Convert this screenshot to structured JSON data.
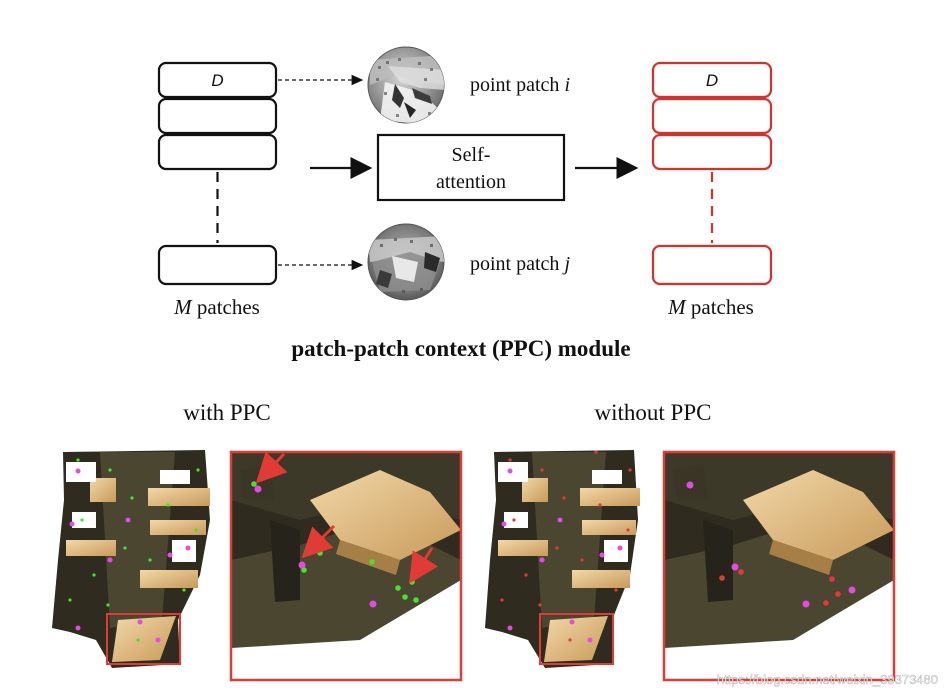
{
  "diagram": {
    "title": "patch-patch context (PPC) module",
    "left_stack": {
      "first_label": "D",
      "caption_var": "M",
      "caption_rest": " patches"
    },
    "right_stack": {
      "first_label": "D",
      "caption_var": "M",
      "caption_rest": " patches"
    },
    "self_attention": {
      "line1": "Self-",
      "line2": "attention"
    },
    "patch_i": {
      "text": "point patch ",
      "var": "i"
    },
    "patch_j": {
      "text": "point patch ",
      "var": "j"
    }
  },
  "comparison": {
    "with_label": "with PPC",
    "without_label": "without PPC"
  },
  "watermark": "https://blog.csdn.net/weixin_39373480",
  "colors": {
    "black_box": "#111111",
    "red_box": "#d9302c",
    "highlight_red": "#e23b35",
    "match_green": "#49e02f",
    "keypoint_magenta": "#e14be6",
    "scene_dark": "#2f2c1f",
    "scene_floor": "#4b4630",
    "scene_table": "#e5c38b"
  },
  "icons": [
    "arrow-right-icon",
    "dashed-arrow-icon",
    "point-cloud-patch-icon",
    "red-arrow-icon"
  ]
}
